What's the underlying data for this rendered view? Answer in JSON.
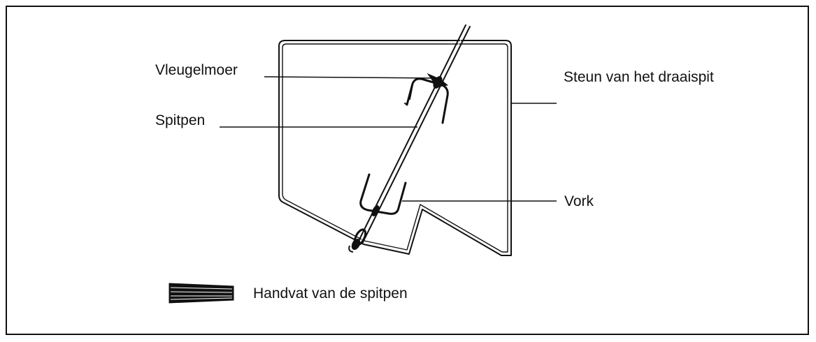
{
  "labels": {
    "wing_nut": "Vleugelmoer",
    "spit_rod": "Spitpen",
    "rotisserie_support": "Steun van het draaispit",
    "fork": "Vork",
    "spit_handle": "Handvat van de spitpen"
  },
  "colors": {
    "line": "#111111",
    "background": "#ffffff"
  }
}
